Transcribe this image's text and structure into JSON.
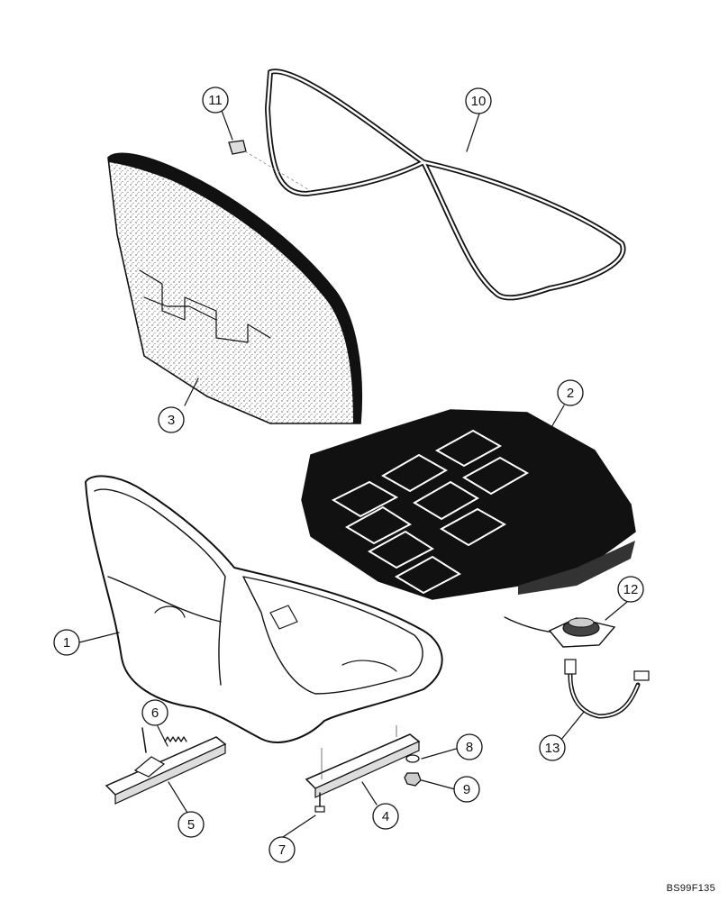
{
  "callouts": {
    "c1": "1",
    "c2": "2",
    "c3": "3",
    "c4": "4",
    "c5": "5",
    "c6": "6",
    "c7": "7",
    "c8": "8",
    "c9": "9",
    "c10": "10",
    "c11": "11",
    "c12": "12",
    "c13": "13"
  },
  "figure_code": "BS99F135"
}
